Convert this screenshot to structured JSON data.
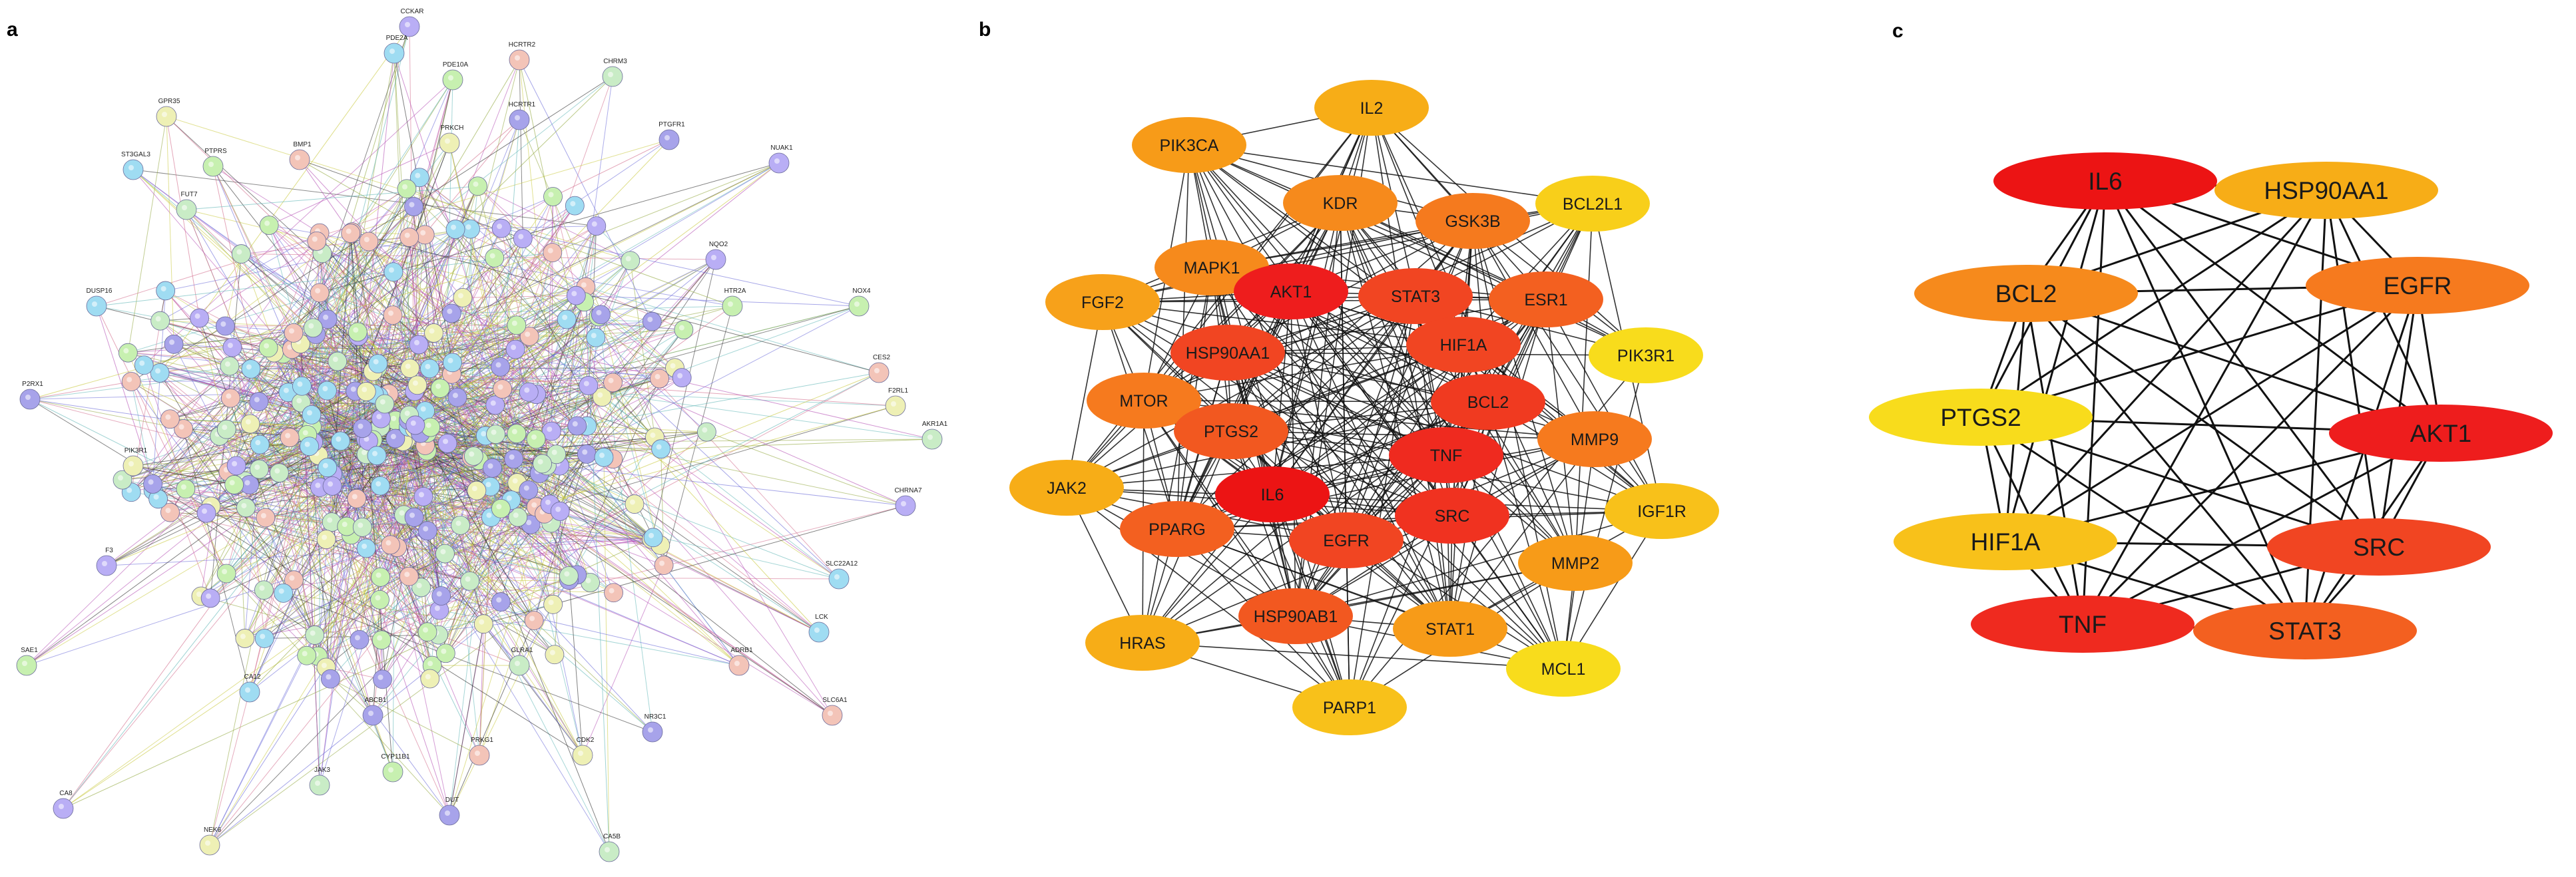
{
  "figure": {
    "panel_a": {
      "letter": "a",
      "labeled_proteins": [
        "CCKAR",
        "PDE2A",
        "PDE10A",
        "HCRTR2",
        "GPR35",
        "HCRTR1",
        "CHRM3",
        "NUAK1",
        "ST3GAL3",
        "PTPRS",
        "BMP1",
        "PRKCH",
        "PTGFR1",
        "FUT7",
        "NQO2",
        "DUSP16",
        "NOX4",
        "CES2",
        "F2RL1",
        "P2RX1",
        "AKR1A1",
        "CHRNA7",
        "SLC22A12",
        "SAE1",
        "SLC6A1",
        "NEK6",
        "DUT",
        "CA5B",
        "CA8",
        "CA12",
        "CYP11B1",
        "PRKG1",
        "CDK2",
        "ABCB1",
        "GLRA1",
        "F3",
        "LCK",
        "HTR2A",
        "ADRB1",
        "PIK3R1",
        "NR3C1",
        "JAK3"
      ],
      "colors": [
        "#b9aef5",
        "#9fdcf2",
        "#c7f0b0",
        "#f3c4b8",
        "#eef0b5",
        "#a7a3ea",
        "#c9ecc6"
      ]
    },
    "panel_b": {
      "letter": "b",
      "nodes": [
        {
          "label": "IL2",
          "color": "#f7ad17"
        },
        {
          "label": "PIK3CA",
          "color": "#f79b18"
        },
        {
          "label": "KDR",
          "color": "#f68a1c"
        },
        {
          "label": "GSK3B",
          "color": "#f57a1e"
        },
        {
          "label": "BCL2L1",
          "color": "#f8cf1a"
        },
        {
          "label": "MAPK1",
          "color": "#f68a1c"
        },
        {
          "label": "AKT1",
          "color": "#ee1d1d"
        },
        {
          "label": "STAT3",
          "color": "#f14522"
        },
        {
          "label": "ESR1",
          "color": "#f36020"
        },
        {
          "label": "FGF2",
          "color": "#f7a11a"
        },
        {
          "label": "HSP90AA1",
          "color": "#f14522"
        },
        {
          "label": "HIF1A",
          "color": "#f14522"
        },
        {
          "label": "PIK3R1",
          "color": "#f8dc1c"
        },
        {
          "label": "MTOR",
          "color": "#f67a1e"
        },
        {
          "label": "BCL2",
          "color": "#f03a20"
        },
        {
          "label": "PTGS2",
          "color": "#f25820"
        },
        {
          "label": "TNF",
          "color": "#ef2a1f"
        },
        {
          "label": "MMP9",
          "color": "#f67a1e"
        },
        {
          "label": "JAK2",
          "color": "#f7ad17"
        },
        {
          "label": "IL6",
          "color": "#ec1414"
        },
        {
          "label": "IGF1R",
          "color": "#f8c11a"
        },
        {
          "label": "PPARG",
          "color": "#f36020"
        },
        {
          "label": "EGFR",
          "color": "#f14522"
        },
        {
          "label": "SRC",
          "color": "#f03220"
        },
        {
          "label": "MMP2",
          "color": "#f79b18"
        },
        {
          "label": "HSP90AB1",
          "color": "#f25820"
        },
        {
          "label": "STAT1",
          "color": "#f79b18"
        },
        {
          "label": "HRAS",
          "color": "#f7ad17"
        },
        {
          "label": "MCL1",
          "color": "#f8dc1c"
        },
        {
          "label": "PARP1",
          "color": "#f8c11a"
        }
      ]
    },
    "panel_c": {
      "letter": "c",
      "nodes": [
        {
          "label": "IL6",
          "color": "#ec1414"
        },
        {
          "label": "HSP90AA1",
          "color": "#f7ad17"
        },
        {
          "label": "BCL2",
          "color": "#f68a1c"
        },
        {
          "label": "EGFR",
          "color": "#f67a1e"
        },
        {
          "label": "PTGS2",
          "color": "#f8dc1c"
        },
        {
          "label": "AKT1",
          "color": "#ee1d1d"
        },
        {
          "label": "HIF1A",
          "color": "#f8c11a"
        },
        {
          "label": "SRC",
          "color": "#f14522"
        },
        {
          "label": "TNF",
          "color": "#ef2a1f"
        },
        {
          "label": "STAT3",
          "color": "#f36020"
        }
      ]
    }
  }
}
